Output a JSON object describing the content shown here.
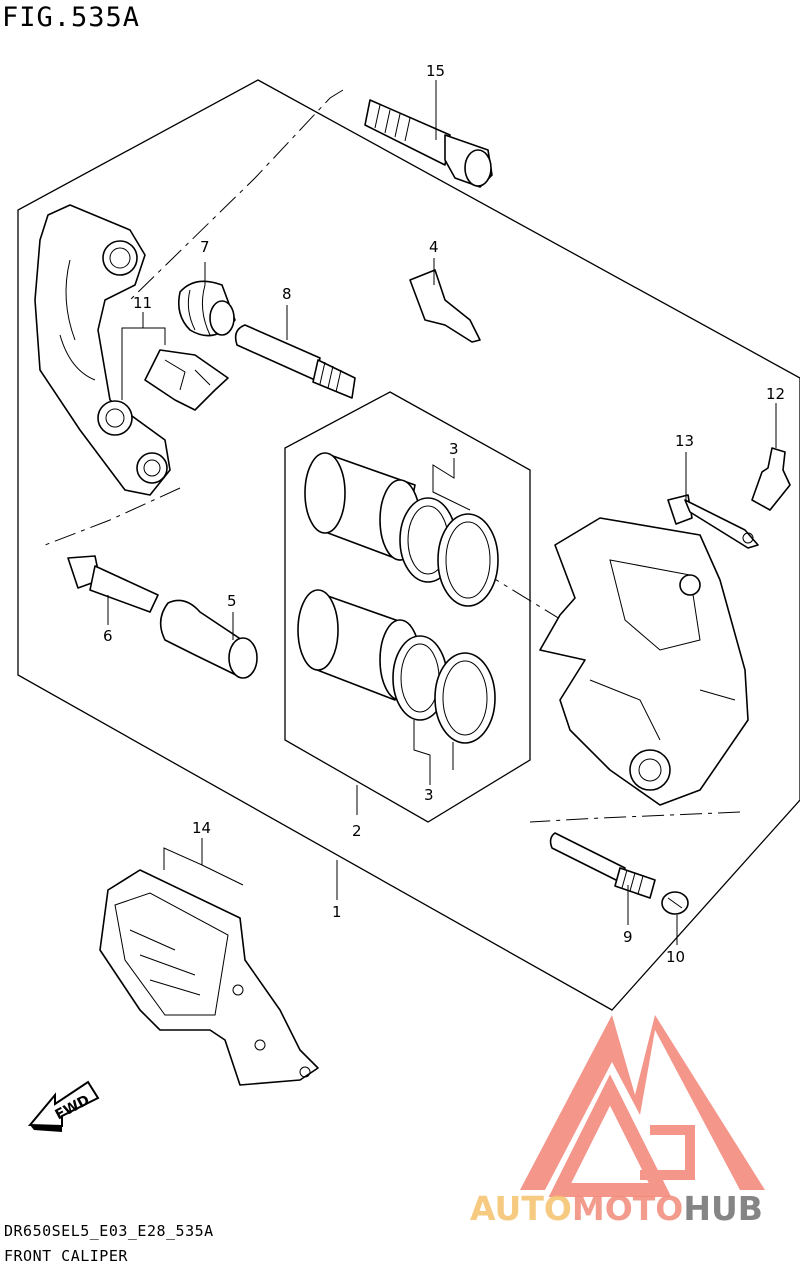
{
  "figure": {
    "title": "FIG.535A",
    "model_code": "DR650SEL5_E03_E28_535A",
    "caption": "FRONT CALIPER"
  },
  "callouts": {
    "c1": "1",
    "c2": "2",
    "c3a": "3",
    "c3b": "3",
    "c4": "4",
    "c5": "5",
    "c6": "6",
    "c7": "7",
    "c8": "8",
    "c9": "9",
    "c10": "10",
    "c11": "11",
    "c12": "12",
    "c13": "13",
    "c14": "14",
    "c15": "15"
  },
  "direction_arrow": {
    "label": "FWD"
  },
  "watermark": {
    "brand_part1": "AUTO",
    "brand_part2": "MOTO",
    "brand_part3": "HUB",
    "colors": {
      "auto": "#f5c16a",
      "moto": "#f28b7a",
      "hub": "#707070",
      "logo": "#f06a5a"
    }
  }
}
